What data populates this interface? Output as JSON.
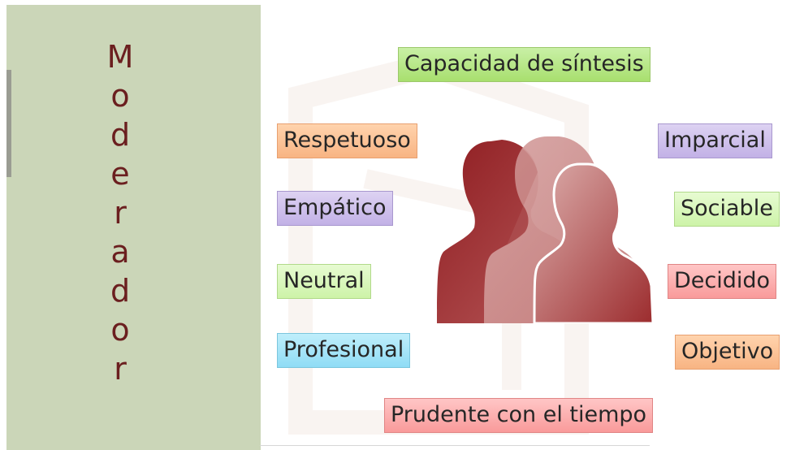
{
  "title_letters": [
    "M",
    "o",
    "d",
    "e",
    "r",
    "a",
    "d",
    "o",
    "r"
  ],
  "tags": {
    "sintesis": "Capacidad de síntesis",
    "respetuoso": "Respetuoso",
    "imparcial": "Imparcial",
    "empatico": "Empático",
    "sociable": "Sociable",
    "neutral": "Neutral",
    "decidido": "Decidido",
    "profesional": "Profesional",
    "objetivo": "Objetivo",
    "prudente": "Prudente con el tiempo"
  },
  "colors": {
    "panel": "#cbd6b8",
    "title_text": "#6b1f1f",
    "person_dark": "#962628",
    "person_mid": "#c98584",
    "person_light": "#d8a8a6"
  }
}
